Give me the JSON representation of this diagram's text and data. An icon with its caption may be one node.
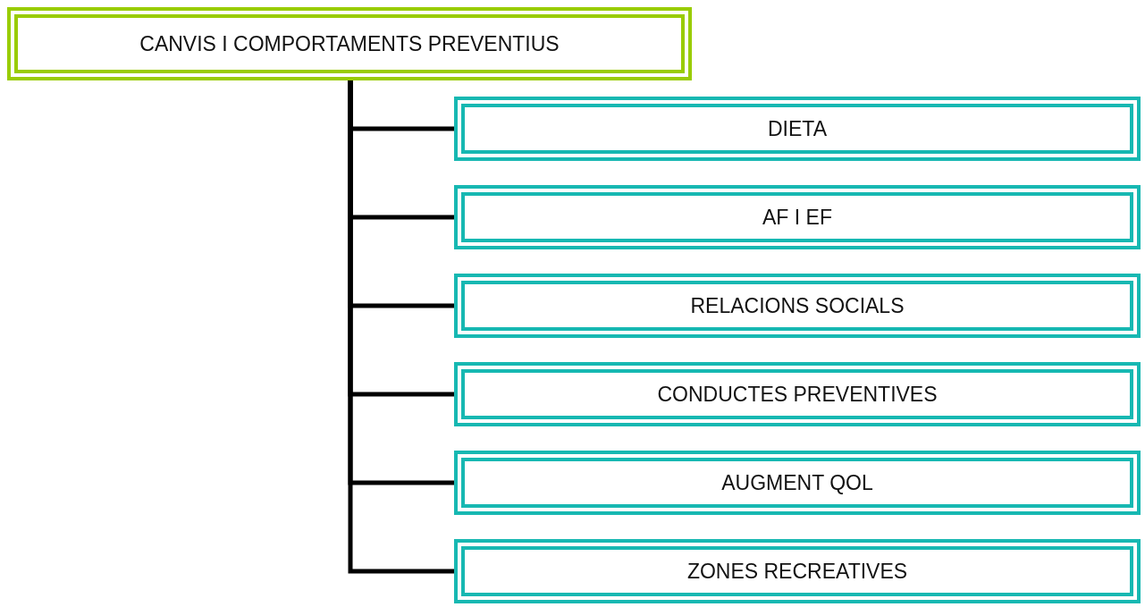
{
  "diagram": {
    "nodes": [
      {
        "text": [
          "CANVIS I COMPORTAMENTS PREVENTIUS"
        ]
      },
      {
        "text": [
          "DIETA"
        ]
      },
      {
        "text": [
          "AF I EF"
        ]
      },
      {
        "text": [
          "RELACIONS SOCIALS"
        ]
      },
      {
        "text": [
          "CONDUCTES PREVENTIVES"
        ]
      },
      {
        "text": [
          "AUGMENT QOL"
        ]
      },
      {
        "text": [
          "ZONES RECREATIVES"
        ]
      }
    ],
    "edges": [
      {
        "from": 0,
        "to": 1,
        "arrow": "none"
      },
      {
        "from": 0,
        "to": 2,
        "arrow": "none"
      },
      {
        "from": 0,
        "to": 3,
        "arrow": "none"
      },
      {
        "from": 0,
        "to": 4,
        "arrow": "none"
      },
      {
        "from": 0,
        "to": 5,
        "arrow": "none"
      },
      {
        "from": 0,
        "to": 6,
        "arrow": "none"
      }
    ]
  }
}
